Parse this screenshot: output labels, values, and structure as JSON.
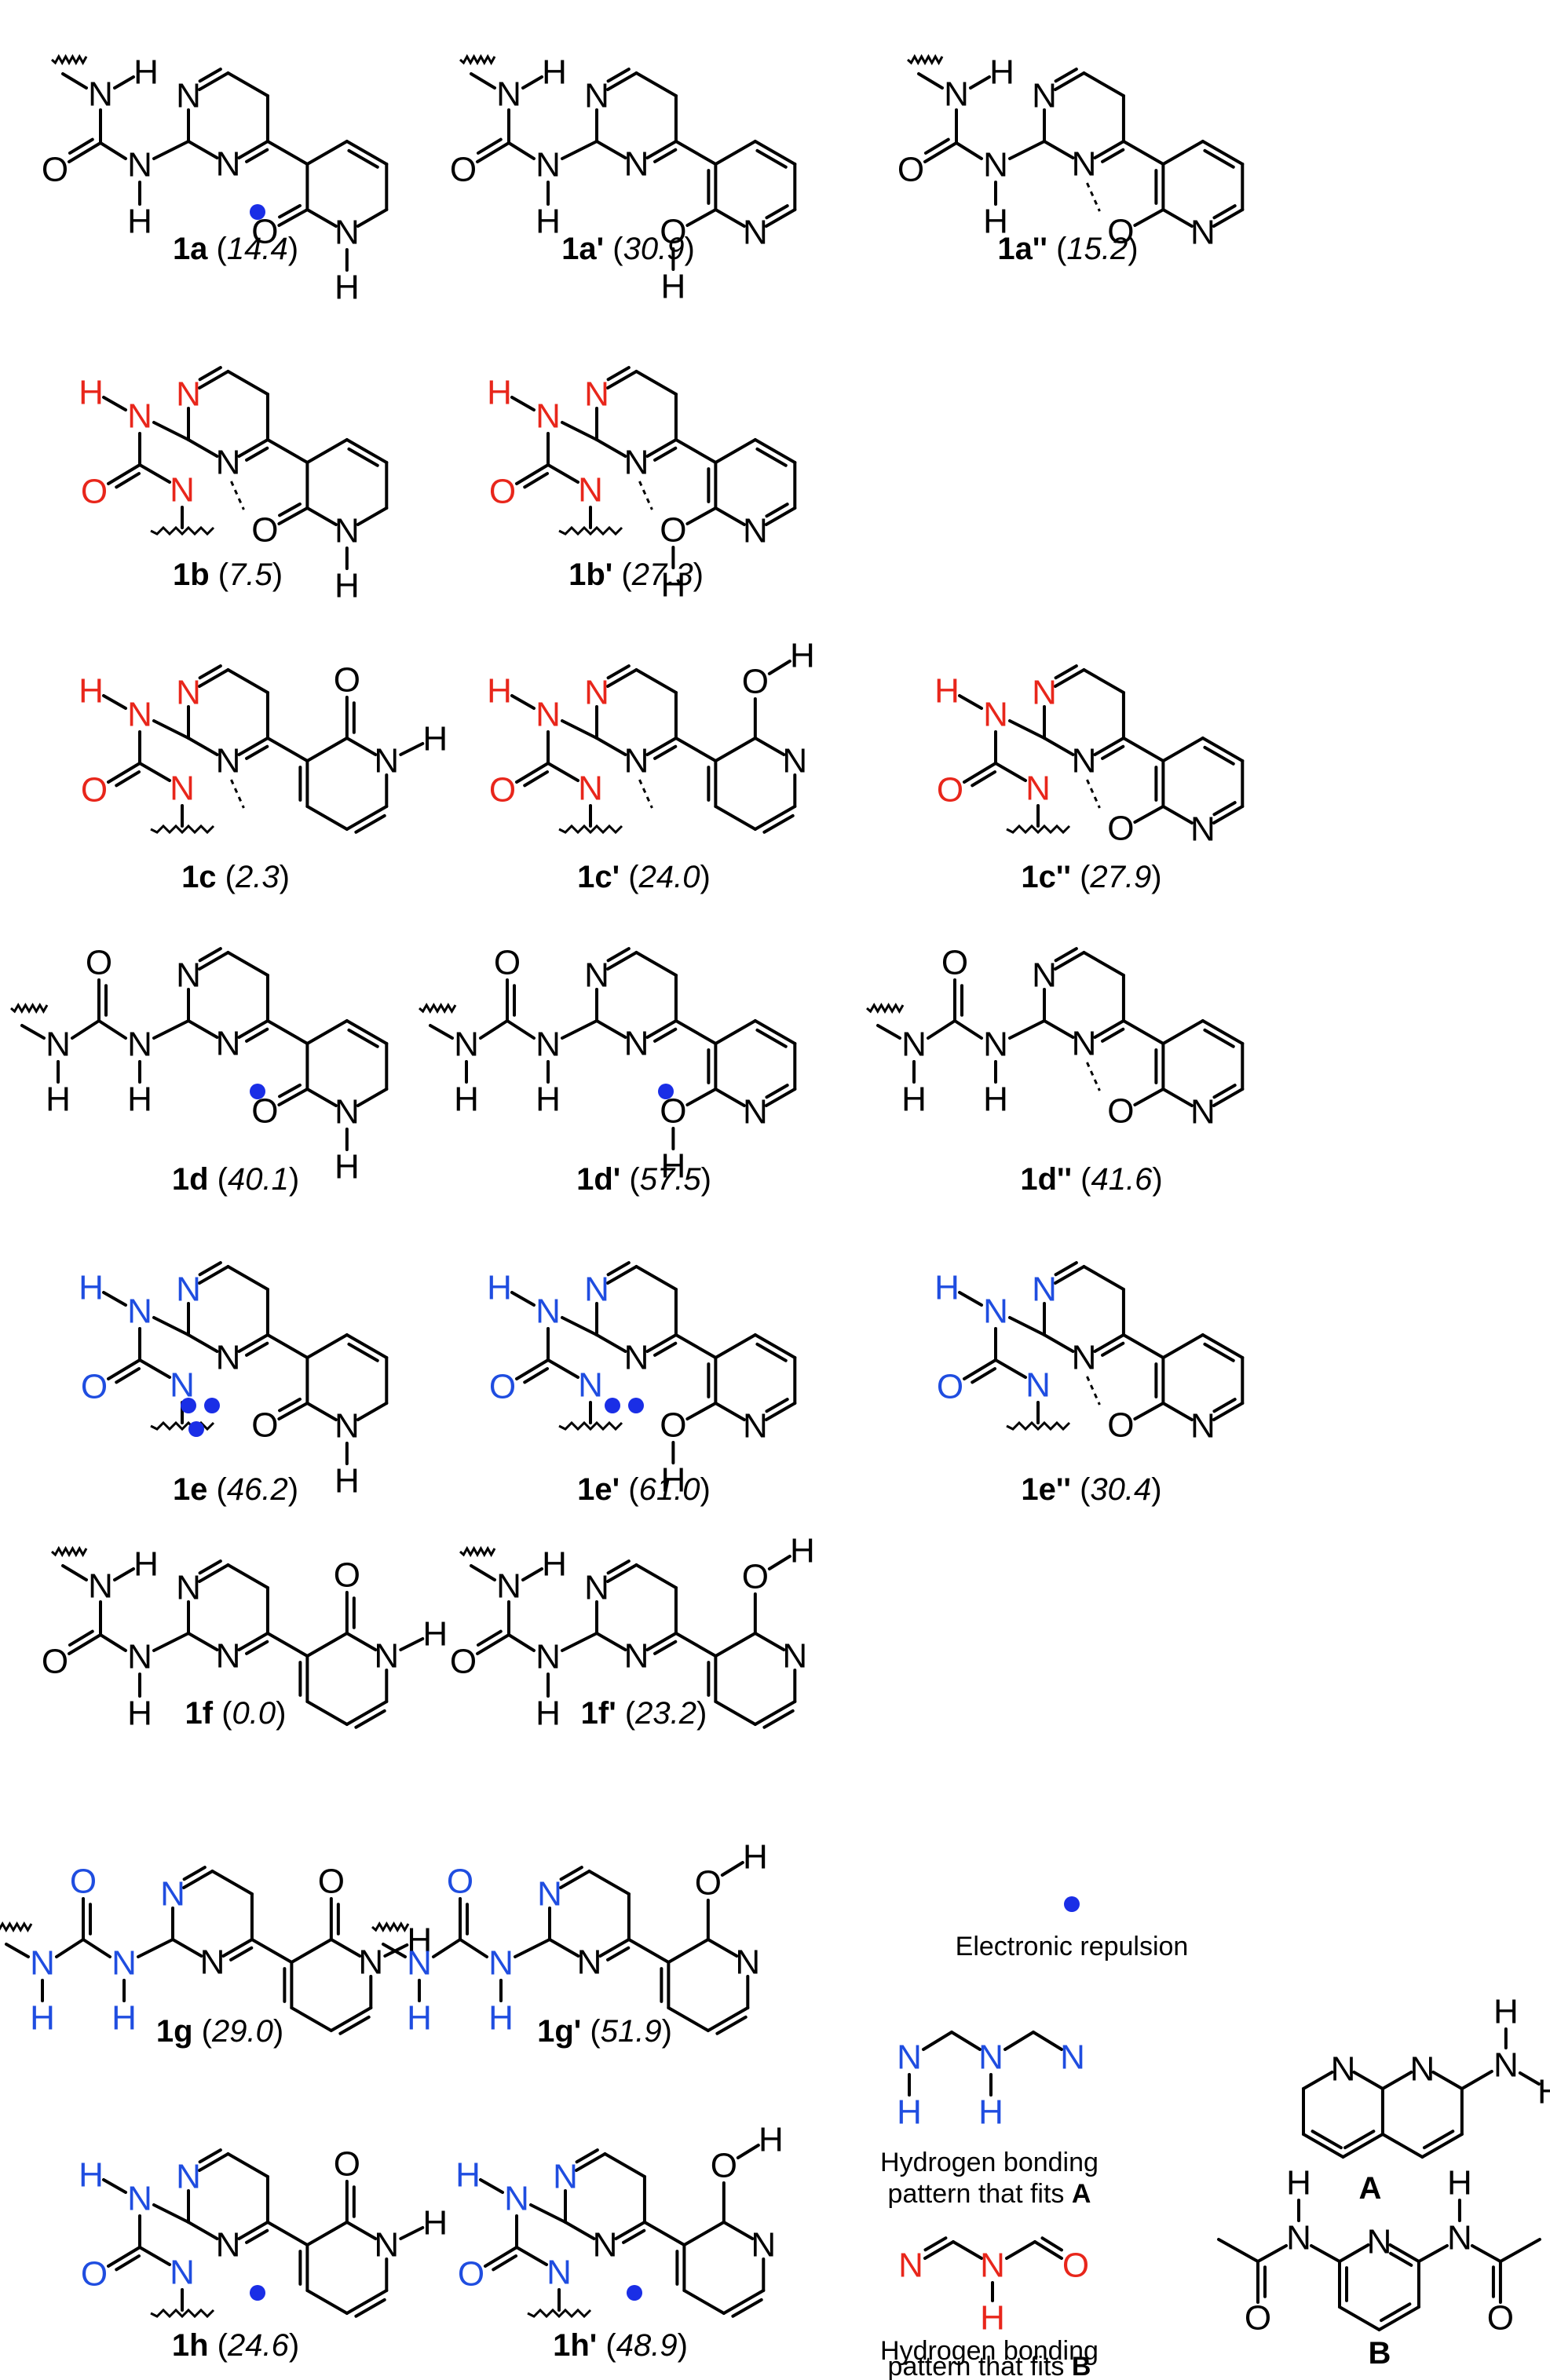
{
  "colors": {
    "black": "#000000",
    "red": "#e8261b",
    "blue": "#1f4de0",
    "repulsion": "#1a2ee6"
  },
  "atoms": {
    "N": "N",
    "H": "H",
    "O": "O"
  },
  "structures": [
    {
      "id": "1a",
      "prime": "",
      "energy": "14.4"
    },
    {
      "id": "1a",
      "prime": "'",
      "energy": "30.9"
    },
    {
      "id": "1a",
      "prime": "''",
      "energy": "15.2"
    },
    {
      "id": "1b",
      "prime": "",
      "energy": "7.5"
    },
    {
      "id": "1b",
      "prime": "'",
      "energy": "27.3"
    },
    {
      "id": "1c",
      "prime": "",
      "energy": "2.3"
    },
    {
      "id": "1c",
      "prime": "'",
      "energy": "24.0"
    },
    {
      "id": "1c",
      "prime": "''",
      "energy": "27.9"
    },
    {
      "id": "1d",
      "prime": "",
      "energy": "40.1"
    },
    {
      "id": "1d",
      "prime": "'",
      "energy": "57.5"
    },
    {
      "id": "1d",
      "prime": "''",
      "energy": "41.6"
    },
    {
      "id": "1e",
      "prime": "",
      "energy": "46.2"
    },
    {
      "id": "1e",
      "prime": "'",
      "energy": "61.0"
    },
    {
      "id": "1e",
      "prime": "''",
      "energy": "30.4"
    },
    {
      "id": "1f",
      "prime": "",
      "energy": "0.0"
    },
    {
      "id": "1f",
      "prime": "'",
      "energy": "23.2"
    },
    {
      "id": "1g",
      "prime": "",
      "energy": "29.0"
    },
    {
      "id": "1g",
      "prime": "'",
      "energy": "51.9"
    },
    {
      "id": "1h",
      "prime": "",
      "energy": "24.6"
    },
    {
      "id": "1h",
      "prime": "'",
      "energy": "48.9"
    }
  ],
  "legend": {
    "repulsion": "Electronic repulsion",
    "patternA_line1": "Hydrogen bonding",
    "patternA_line2": "pattern that fits ",
    "patternA_bold": "A",
    "patternB_line1": "Hydrogen bonding",
    "patternB_line2": "pattern that fits ",
    "patternB_bold": "B",
    "compoundA": "A",
    "compoundB": "B"
  }
}
